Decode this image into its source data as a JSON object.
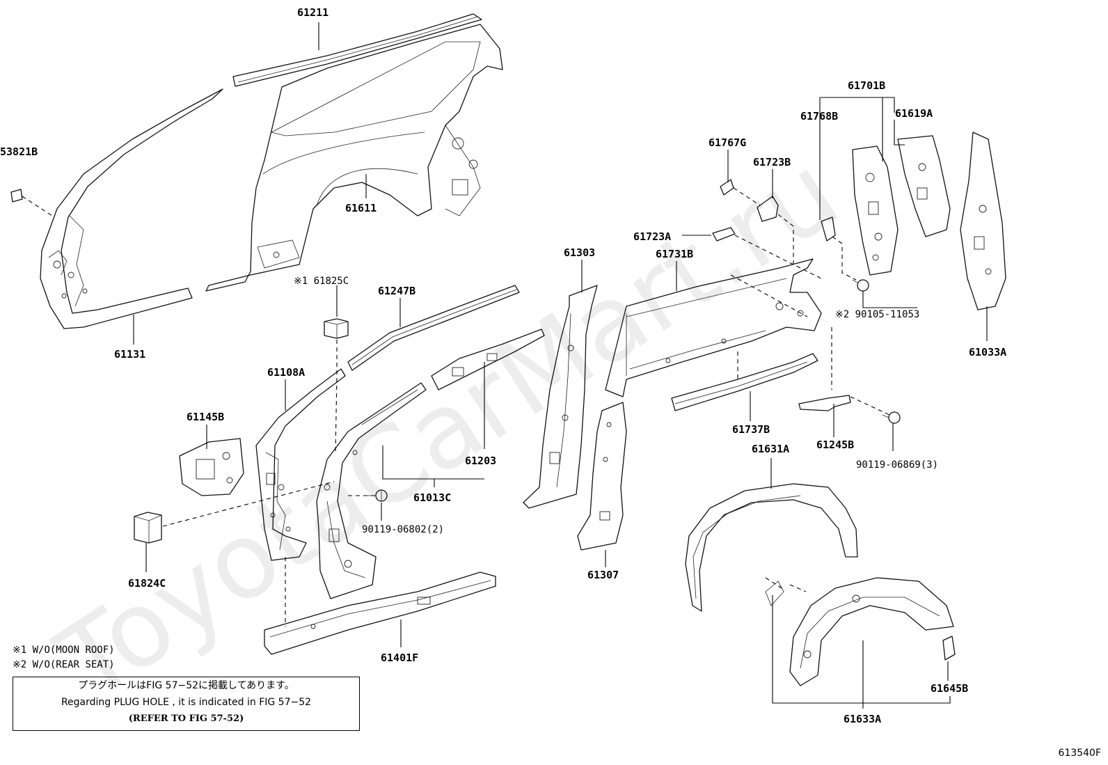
{
  "watermark": "ToyotaCarMart.ru",
  "parts": {
    "p61211": "61211",
    "p53821B": "53821B",
    "p61611": "61611",
    "p61131": "61131",
    "p61825C": "※1 61825C",
    "p61247B": "61247B",
    "p61108A": "61108A",
    "p61145B": "61145B",
    "p61203": "61203",
    "p61013C": "61013C",
    "p90119_06802": "90119-06802(2)",
    "p61824C": "61824C",
    "p61303": "61303",
    "p61307": "61307",
    "p61401F": "61401F",
    "p61767G": "61767G",
    "p61723B": "61723B",
    "p61723A": "61723A",
    "p61731B": "61731B",
    "p61737B": "61737B",
    "p61245B": "61245B",
    "p90119_06869": "90119-06869(3)",
    "p61631A": "61631A",
    "p61633A": "61633A",
    "p61645B": "61645B",
    "p61701B": "61701B",
    "p61768B": "61768B",
    "p61619A": "61619A",
    "p61033A": "61033A",
    "p90105_11053": "※2 90105-11053"
  },
  "notes": {
    "n1": "※1  W/O(MOON ROOF)",
    "n2": "※2  W/O(REAR SEAT)"
  },
  "notebox": {
    "line1": "プラグホールはFIG 57−52に掲載してあります。",
    "line2": "Regarding  PLUG  HOLE , it is indicated in FIG  57−52",
    "line3": "(REFER TO FIG 57-52)"
  },
  "figure_code": "613540F"
}
